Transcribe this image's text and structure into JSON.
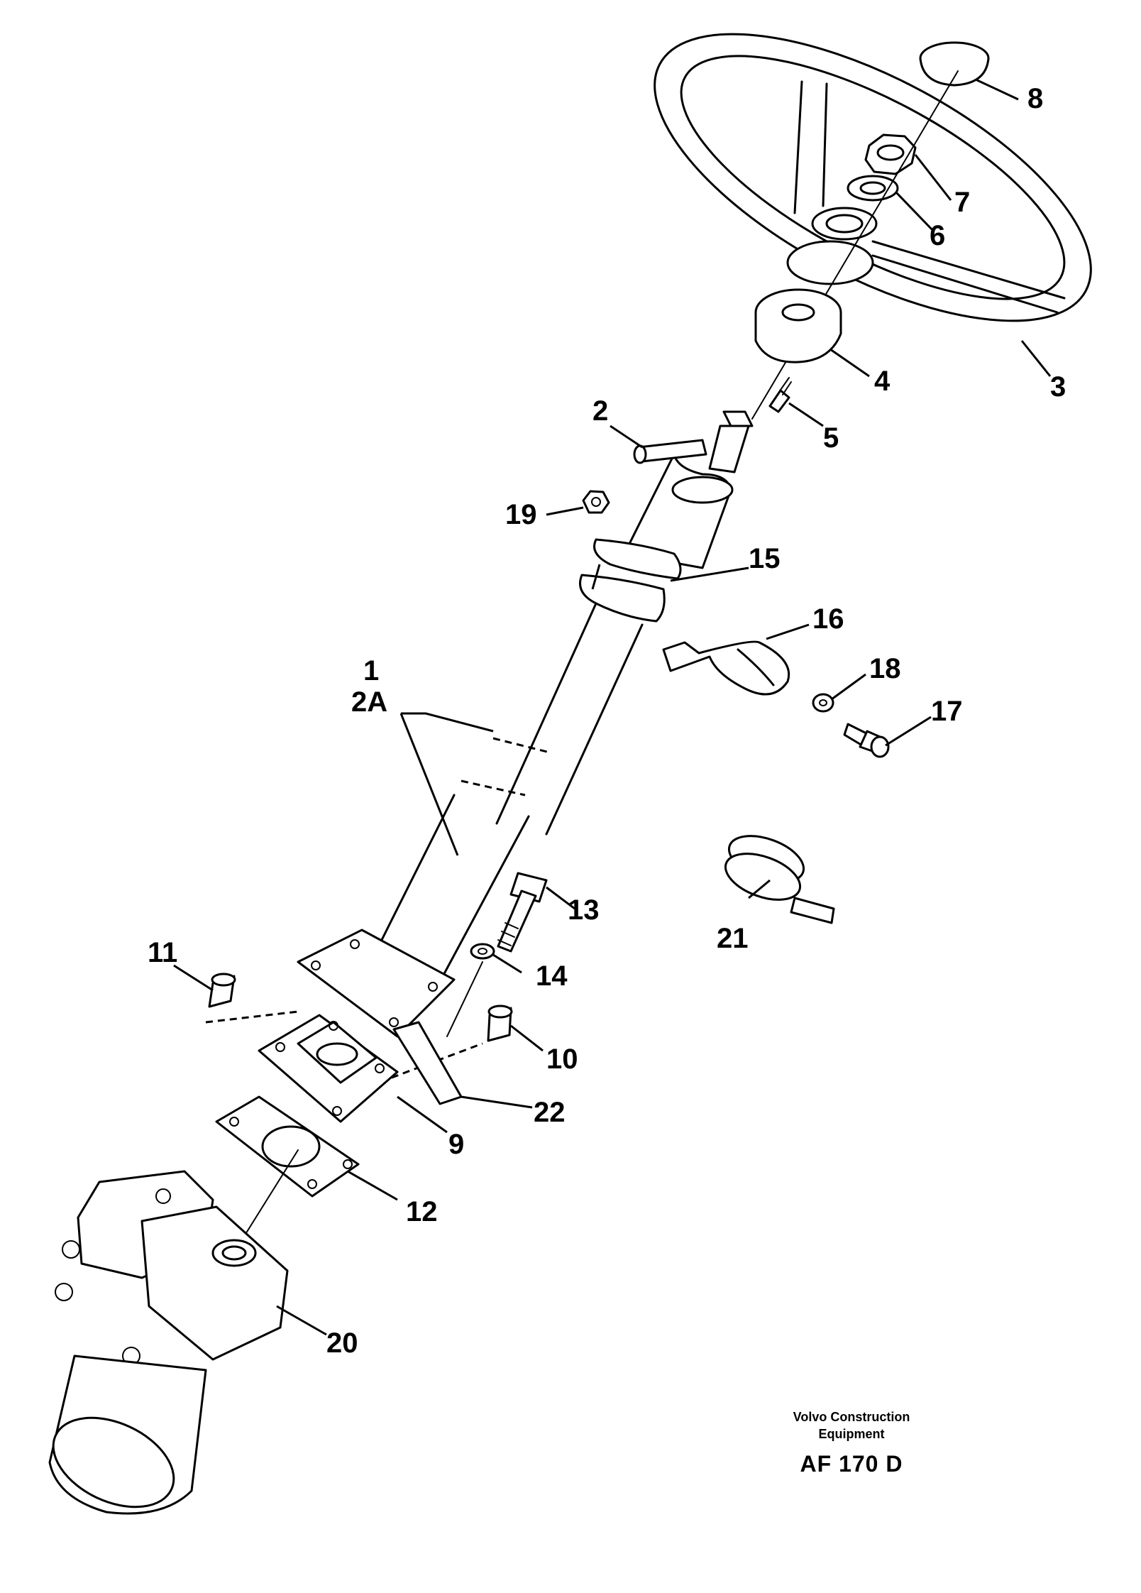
{
  "callouts": {
    "c1": "1",
    "c2": "2",
    "c2a": "2A",
    "c3": "3",
    "c4": "4",
    "c5": "5",
    "c6": "6",
    "c7": "7",
    "c8": "8",
    "c9": "9",
    "c10": "10",
    "c11": "11",
    "c12": "12",
    "c13": "13",
    "c14": "14",
    "c15": "15",
    "c16": "16",
    "c17": "17",
    "c18": "18",
    "c19": "19",
    "c20": "20",
    "c21": "21",
    "c22": "22"
  },
  "footer": {
    "company_line1": "Volvo Construction",
    "company_line2": "Equipment",
    "code": "AF 170 D"
  }
}
